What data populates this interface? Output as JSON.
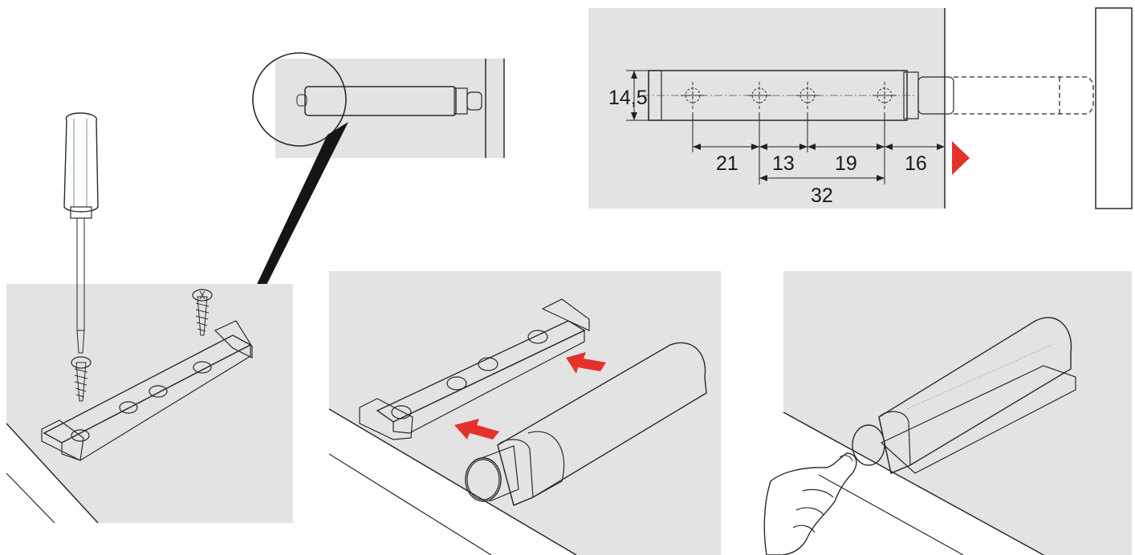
{
  "colors": {
    "panel_gray": "#e3e3e3",
    "metal": "#d7d7d7",
    "plastic": "#c9c9c9",
    "screwdriver_handle": "#aacdb5",
    "arrow_red": "#e4322b",
    "line": "#2a2a2a"
  },
  "dimensions": {
    "height_label": "14,5",
    "d1": "21",
    "d2": "13",
    "d3": "19",
    "d4": "16",
    "total": "32"
  },
  "icons": {
    "screwdriver": "screwdriver-icon",
    "screw": "screw-icon",
    "hand": "hand-icon",
    "arrow": "arrow-icon"
  }
}
